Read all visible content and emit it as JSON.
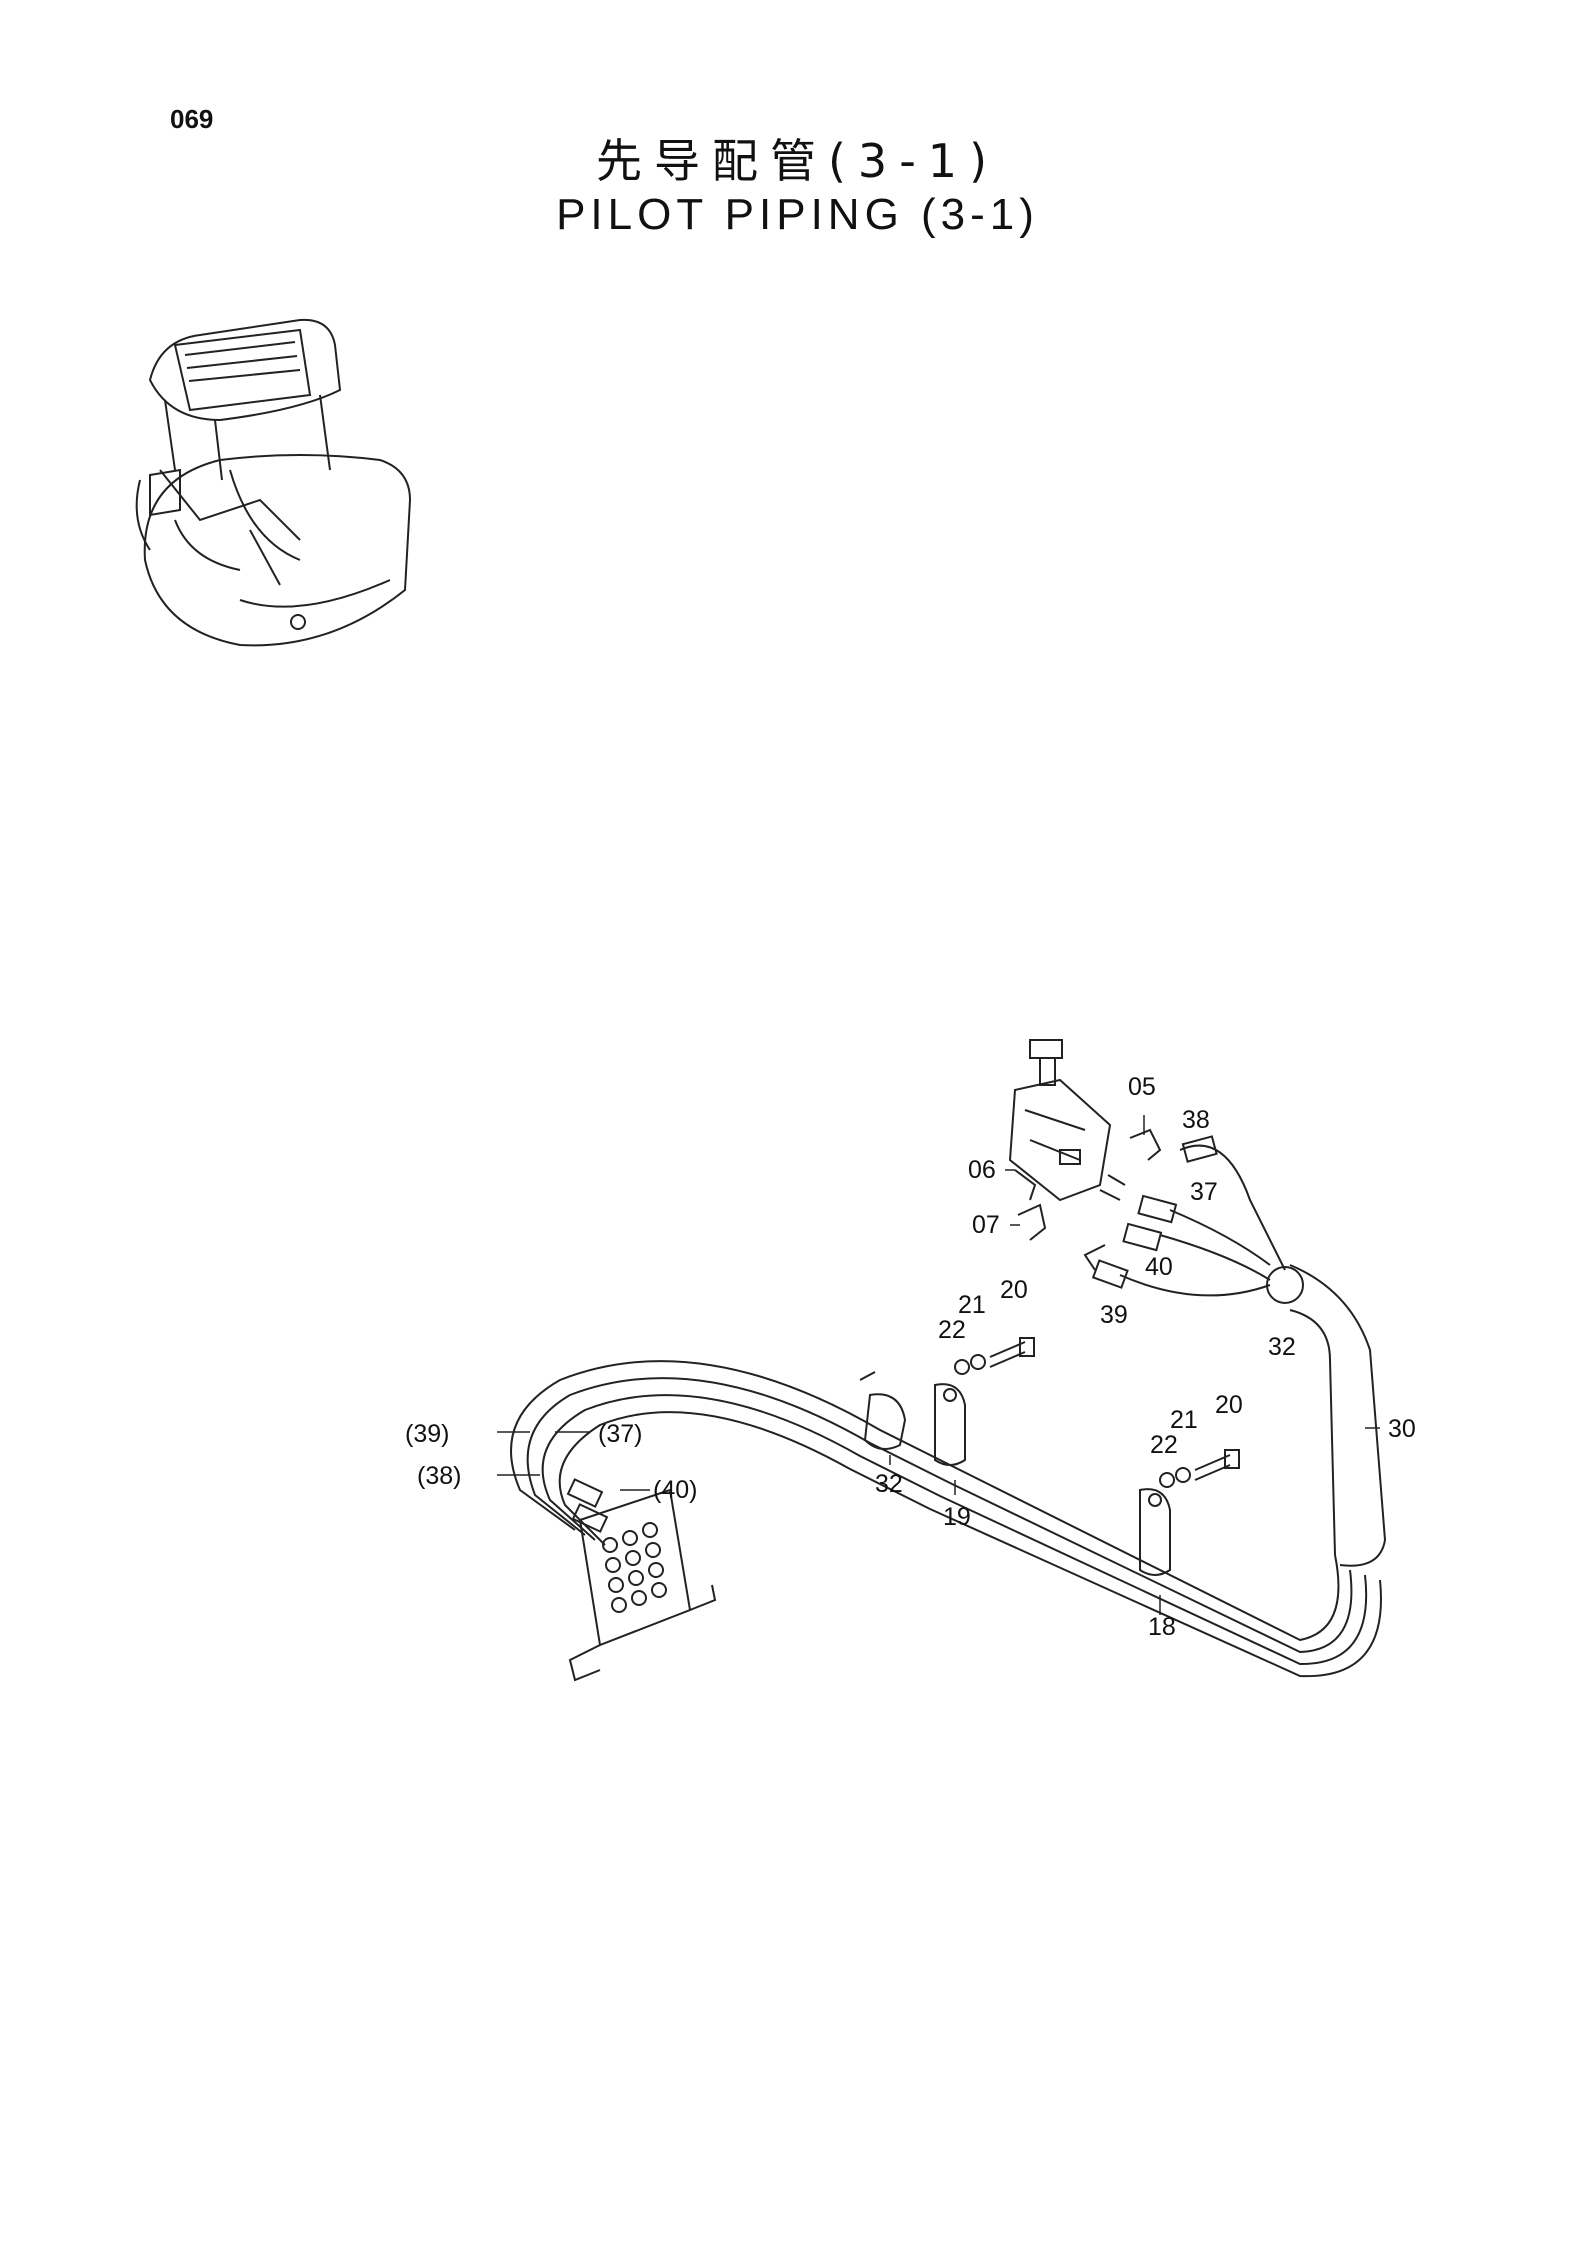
{
  "page_number": "069",
  "title_cn": "先导配管(3-1)",
  "title_en": "PILOT PIPING (3-1)",
  "callouts": {
    "c05": "05",
    "c38": "38",
    "c06": "06",
    "c37": "37",
    "c07": "07",
    "c40": "40",
    "c39": "39",
    "c32a": "32",
    "c20a": "20",
    "c21a": "21",
    "c22a": "22",
    "c30": "30",
    "c39p": "(39)",
    "c37p": "(37)",
    "c38p": "(38)",
    "c40p": "(40)",
    "c32b": "32",
    "c19": "19",
    "c21b": "21",
    "c20b": "20",
    "c22b": "22",
    "c18": "18"
  }
}
